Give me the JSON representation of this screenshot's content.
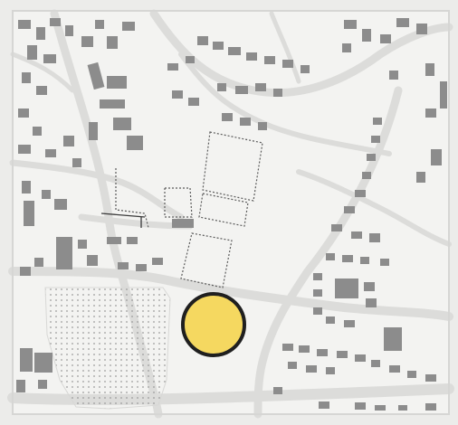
{
  "map": {
    "colors": {
      "background": "#f3f3f1",
      "frame": "#e4e4e2",
      "road": "#dadad8",
      "building": "#8c8c8c",
      "building_light": "#a9a9a9",
      "parcel_outline": "#5a5a5a",
      "dotted_area": "#bdbdbd",
      "marker_fill": "#f5d860",
      "marker_stroke": "#1f1f1f"
    },
    "marker": {
      "name": "location-marker"
    },
    "hatched_area": {
      "name": "dotted-field"
    },
    "parcels": {
      "name": "outlined-parcels",
      "count": 5
    }
  }
}
